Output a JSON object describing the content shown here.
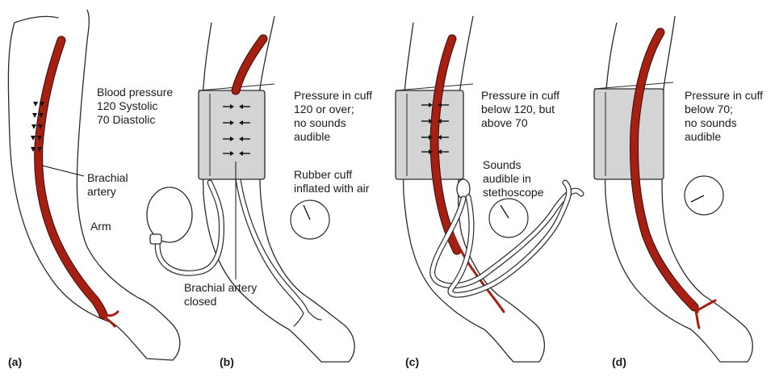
{
  "panels": [
    {
      "letter": "(a)",
      "text_lines": [
        "Blood pressure",
        "120 Systolic",
        "70 Diastolic"
      ],
      "artery_label_lines": [
        "Brachial",
        "artery"
      ],
      "arm_label": "Arm"
    },
    {
      "letter": "(b)",
      "text_lines": [
        "Pressure in cuff",
        "120 or over;",
        "no sounds",
        "audible"
      ],
      "cuff_label_lines": [
        "Rubber cuff",
        "inflated with air"
      ],
      "artery_label_lines": [
        "Brachial artery",
        "closed"
      ]
    },
    {
      "letter": "(c)",
      "text_lines": [
        "Pressure in cuff",
        "below 120, but",
        "above 70"
      ],
      "sound_label_lines": [
        "Sounds",
        "audible in",
        "stethoscope"
      ]
    },
    {
      "letter": "(d)",
      "text_lines": [
        "Pressure in cuff",
        "below 70;",
        "no sounds",
        "audible"
      ]
    }
  ],
  "colors": {
    "artery": "#a51f12",
    "cuff": "#d4d4d4",
    "outline": "#2a2a2a"
  }
}
